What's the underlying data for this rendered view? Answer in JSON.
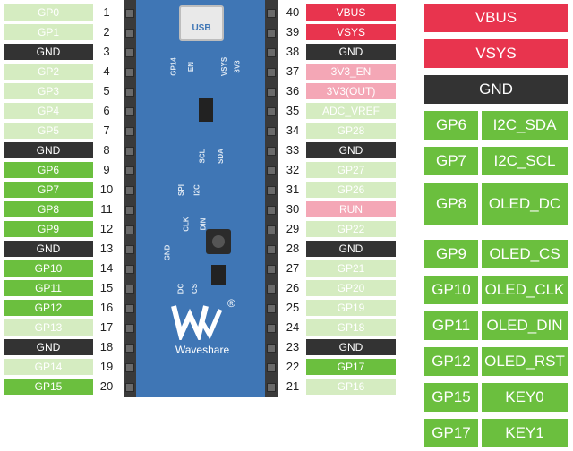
{
  "left_pins": [
    {
      "label": "GP0",
      "num": "1",
      "style": "light"
    },
    {
      "label": "GP1",
      "num": "2",
      "style": "light"
    },
    {
      "label": "GND",
      "num": "3",
      "style": "gnd"
    },
    {
      "label": "GP2",
      "num": "4",
      "style": "light"
    },
    {
      "label": "GP3",
      "num": "5",
      "style": "light"
    },
    {
      "label": "GP4",
      "num": "6",
      "style": "light"
    },
    {
      "label": "GP5",
      "num": "7",
      "style": "light"
    },
    {
      "label": "GND",
      "num": "8",
      "style": "gnd"
    },
    {
      "label": "GP6",
      "num": "9",
      "style": "green"
    },
    {
      "label": "GP7",
      "num": "10",
      "style": "green"
    },
    {
      "label": "GP8",
      "num": "11",
      "style": "green"
    },
    {
      "label": "GP9",
      "num": "12",
      "style": "green"
    },
    {
      "label": "GND",
      "num": "13",
      "style": "gnd"
    },
    {
      "label": "GP10",
      "num": "14",
      "style": "green"
    },
    {
      "label": "GP11",
      "num": "15",
      "style": "green"
    },
    {
      "label": "GP12",
      "num": "16",
      "style": "green"
    },
    {
      "label": "GP13",
      "num": "17",
      "style": "light"
    },
    {
      "label": "GND",
      "num": "18",
      "style": "gnd"
    },
    {
      "label": "GP14",
      "num": "19",
      "style": "light"
    },
    {
      "label": "GP15",
      "num": "20",
      "style": "green"
    }
  ],
  "right_pins": [
    {
      "label": "VBUS",
      "num": "40",
      "style": "red"
    },
    {
      "label": "VSYS",
      "num": "39",
      "style": "red"
    },
    {
      "label": "GND",
      "num": "38",
      "style": "gnd"
    },
    {
      "label": "3V3_EN",
      "num": "37",
      "style": "pink"
    },
    {
      "label": "3V3(OUT)",
      "num": "36",
      "style": "pink"
    },
    {
      "label": "ADC_VREF",
      "num": "35",
      "style": "light"
    },
    {
      "label": "GP28",
      "num": "34",
      "style": "light"
    },
    {
      "label": "GND",
      "num": "33",
      "style": "gnd"
    },
    {
      "label": "GP27",
      "num": "32",
      "style": "light"
    },
    {
      "label": "GP26",
      "num": "31",
      "style": "light"
    },
    {
      "label": "RUN",
      "num": "30",
      "style": "pink"
    },
    {
      "label": "GP22",
      "num": "29",
      "style": "light"
    },
    {
      "label": "GND",
      "num": "28",
      "style": "gnd"
    },
    {
      "label": "GP21",
      "num": "27",
      "style": "light"
    },
    {
      "label": "GP20",
      "num": "26",
      "style": "light"
    },
    {
      "label": "GP19",
      "num": "25",
      "style": "light"
    },
    {
      "label": "GP18",
      "num": "24",
      "style": "light"
    },
    {
      "label": "GND",
      "num": "23",
      "style": "gnd"
    },
    {
      "label": "GP17",
      "num": "22",
      "style": "green"
    },
    {
      "label": "GP16",
      "num": "21",
      "style": "light"
    }
  ],
  "board": {
    "usb": "USB",
    "brand": "Waveshare",
    "registered": "®",
    "silk": [
      "GP14",
      "EN",
      "VSYS",
      "3V3",
      "SPI",
      "I2C",
      "SCL",
      "SDA",
      "CLK",
      "DIN",
      "DC",
      "CS",
      "GND"
    ]
  },
  "function_table": {
    "power": [
      {
        "label": "VBUS",
        "style": "red"
      },
      {
        "label": "VSYS",
        "style": "red"
      },
      {
        "label": "GND",
        "style": "gnd"
      }
    ],
    "rows": [
      {
        "pin": "GP6",
        "func": "I2C_SDA"
      },
      {
        "pin": "GP7",
        "func": "I2C_SCL"
      },
      {
        "pin": "GP8",
        "func": "OLED_DC"
      },
      {
        "pin": "GP9",
        "func": "OLED_CS"
      },
      {
        "pin": "GP10",
        "func": "OLED_CLK"
      },
      {
        "pin": "GP11",
        "func": "OLED_DIN"
      },
      {
        "pin": "GP12",
        "func": "OLED_RST"
      },
      {
        "pin": "GP15",
        "func": "KEY0"
      },
      {
        "pin": "GP17",
        "func": "KEY1"
      }
    ]
  },
  "colors": {
    "light": "#d5ecc1",
    "green": "#6bbf3e",
    "gnd": "#333333",
    "red": "#e8344e",
    "pink": "#f4a7b6",
    "board": "#3f76b5"
  }
}
